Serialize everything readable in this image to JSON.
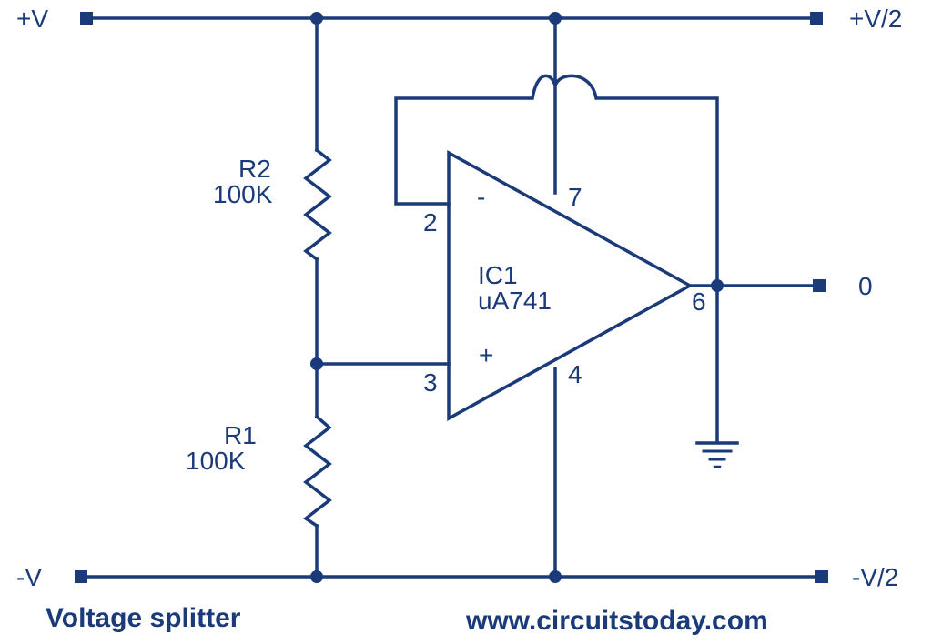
{
  "colors": {
    "ink": "#1a3a7a",
    "background": "#ffffff"
  },
  "terminals": {
    "pos_supply": "+V",
    "half_pos": "+V/2",
    "neg_supply": "-V",
    "half_neg": "-V/2",
    "output": "0"
  },
  "resistors": {
    "r2": {
      "name": "R2",
      "value": "100K"
    },
    "r1": {
      "name": "R1",
      "value": "100K"
    }
  },
  "opamp": {
    "designator": "IC1",
    "part": "uA741",
    "inv_sign": "-",
    "noninv_sign": "+",
    "pins": {
      "inv": "2",
      "noninv": "3",
      "vpos": "7",
      "vneg": "4",
      "out": "6"
    }
  },
  "caption": "Voltage splitter",
  "website": "www.circuitstoday.com",
  "icons": [
    "resistor-zigzag",
    "ground-symbol",
    "terminal-square",
    "junction-dot"
  ]
}
